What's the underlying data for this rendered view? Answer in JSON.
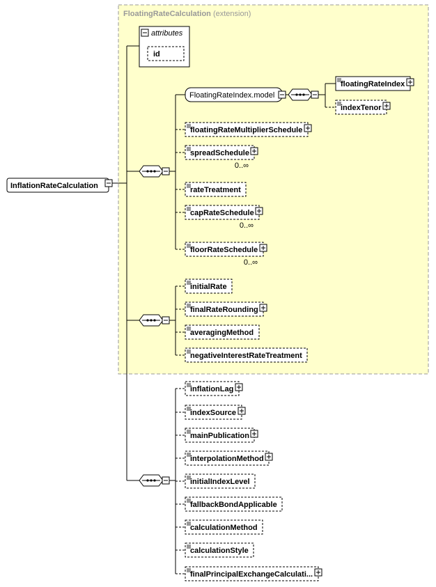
{
  "root": {
    "label": "InflationRateCalculation"
  },
  "extension": {
    "title": "FloatingRateCalculation",
    "suffix": "(extension)",
    "attributes_label": "attributes",
    "attributes": [
      "id"
    ]
  },
  "model_group": {
    "label": "FloatingRateIndex.model",
    "children": [
      {
        "label": "floatingRateIndex",
        "optional": false,
        "expand": true,
        "note": ""
      },
      {
        "label": "indexTenor",
        "optional": true,
        "expand": true,
        "note": ""
      }
    ]
  },
  "group_one": [
    {
      "label": "floatingRateMultiplierSchedule",
      "optional": true,
      "expand": true,
      "note": ""
    },
    {
      "label": "spreadSchedule",
      "optional": true,
      "expand": true,
      "note": "0..∞"
    },
    {
      "label": "rateTreatment",
      "optional": true,
      "expand": false,
      "note": ""
    },
    {
      "label": "capRateSchedule",
      "optional": true,
      "expand": true,
      "note": "0..∞"
    },
    {
      "label": "floorRateSchedule",
      "optional": true,
      "expand": true,
      "note": "0..∞"
    }
  ],
  "group_two": [
    {
      "label": "initialRate",
      "optional": true,
      "expand": false,
      "note": ""
    },
    {
      "label": "finalRateRounding",
      "optional": true,
      "expand": true,
      "note": ""
    },
    {
      "label": "averagingMethod",
      "optional": true,
      "expand": false,
      "note": ""
    },
    {
      "label": "negativeInterestRateTreatment",
      "optional": true,
      "expand": false,
      "note": ""
    }
  ],
  "group_three": [
    {
      "label": "inflationLag",
      "optional": true,
      "expand": true,
      "note": ""
    },
    {
      "label": "indexSource",
      "optional": true,
      "expand": true,
      "note": ""
    },
    {
      "label": "mainPublication",
      "optional": true,
      "expand": true,
      "note": ""
    },
    {
      "label": "interpolationMethod",
      "optional": true,
      "expand": true,
      "note": ""
    },
    {
      "label": "initialIndexLevel",
      "optional": true,
      "expand": false,
      "note": ""
    },
    {
      "label": "fallbackBondApplicable",
      "optional": true,
      "expand": false,
      "note": ""
    },
    {
      "label": "calculationMethod",
      "optional": true,
      "expand": false,
      "note": ""
    },
    {
      "label": "calculationStyle",
      "optional": true,
      "expand": false,
      "note": ""
    },
    {
      "label": "finalPrincipalExchangeCalculati...",
      "optional": true,
      "expand": true,
      "note": ""
    }
  ],
  "colors": {
    "extension_fill": "#ffffcc",
    "extension_border": "#999999",
    "line": "#000000",
    "muted_text": "#999999"
  }
}
